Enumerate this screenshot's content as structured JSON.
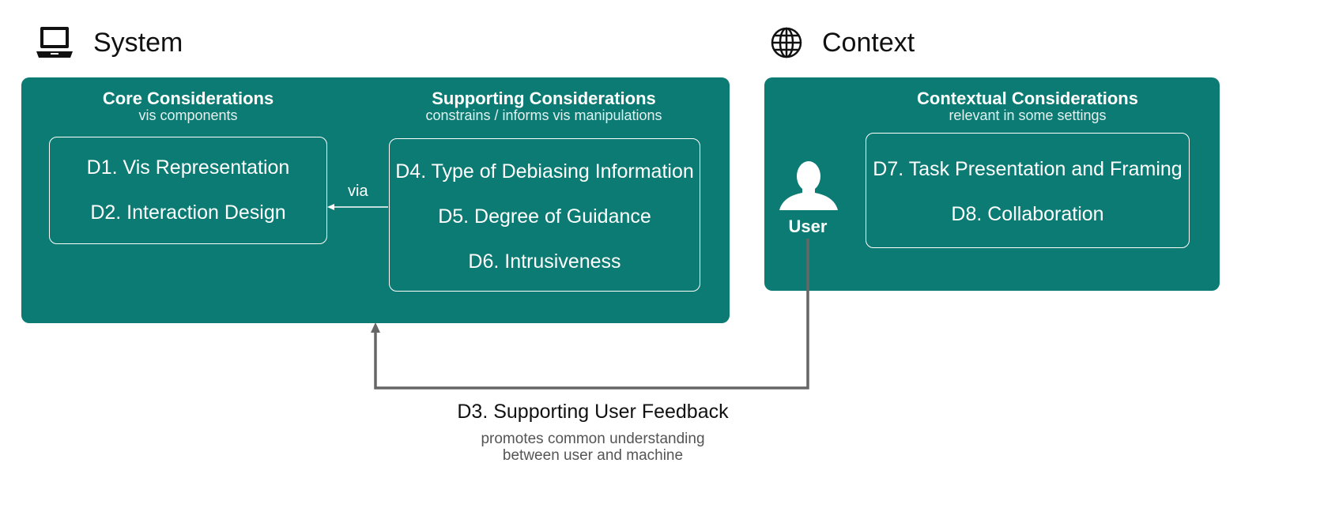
{
  "system": {
    "heading": "System",
    "icon": "laptop-icon",
    "core": {
      "title": "Core Considerations",
      "subtitle": "vis components",
      "items": [
        "D1. Vis Representation",
        "D2. Interaction Design"
      ]
    },
    "connector_label": "via",
    "supporting": {
      "title": "Supporting Considerations",
      "subtitle": "constrains / informs vis manipulations",
      "items": [
        "D4. Type of Debiasing Information",
        "D5. Degree of Guidance",
        "D6. Intrusiveness"
      ]
    }
  },
  "context": {
    "heading": "Context",
    "icon": "globe-icon",
    "contextual": {
      "title": "Contextual Considerations",
      "subtitle": "relevant in some settings",
      "items": [
        "D7. Task Presentation and Framing",
        "D8. Collaboration"
      ]
    },
    "user_label": "User"
  },
  "feedback": {
    "title": "D3. Supporting User Feedback",
    "subtitle_line1": "promotes common understanding",
    "subtitle_line2": "between user and machine"
  },
  "colors": {
    "panel": "#0b7b74",
    "box_border": "#ffffff",
    "feedback_arrow": "#666666"
  }
}
